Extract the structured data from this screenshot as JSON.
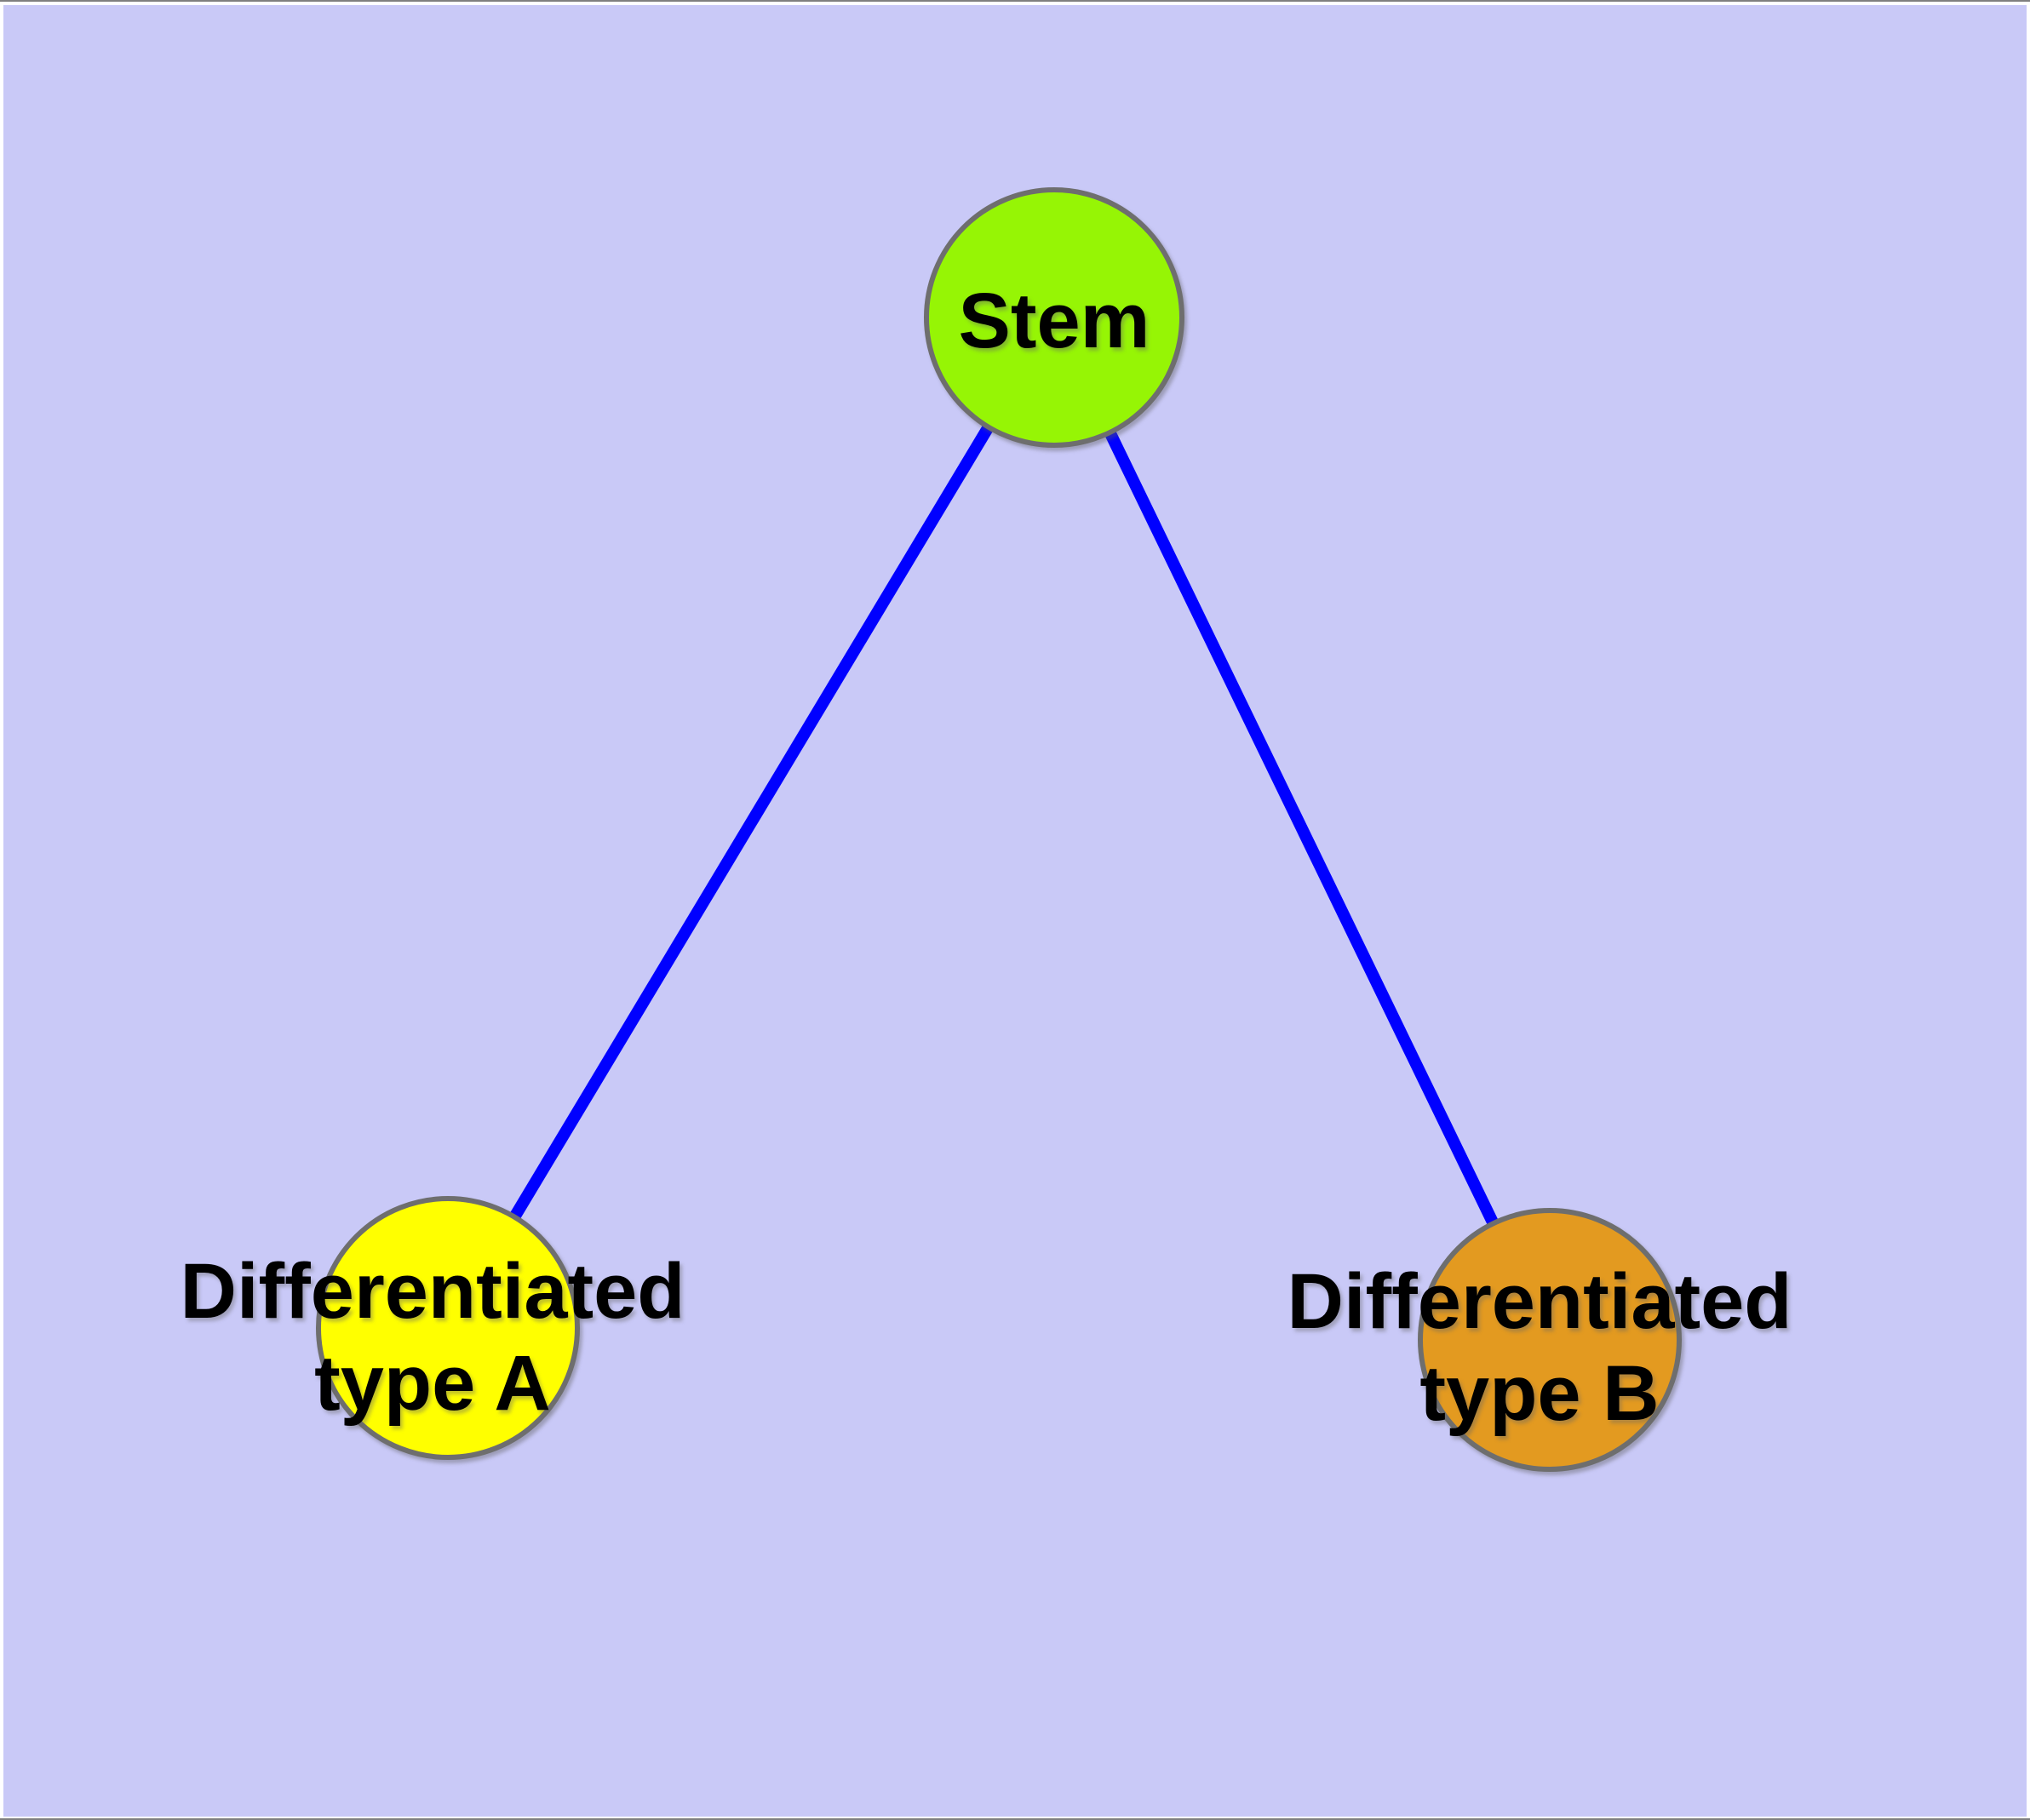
{
  "diagram": {
    "type": "node-link-graph",
    "canvas": {
      "background_color": "#C9C9F7",
      "frame_color": "#FFFFFF",
      "top_border_color": "#7F7F7F"
    },
    "style": {
      "edge_color": "#0000FF",
      "node_border_color": "#6E6E6E",
      "label_color": "#000000"
    },
    "nodes": {
      "stem": {
        "label": "Stem",
        "fill": "#96F505"
      },
      "type_a": {
        "label_line1": "Differentiated",
        "label_line2": "type A",
        "fill": "#FFFF00"
      },
      "type_b": {
        "label_line1": "Differentiated",
        "label_line2": "type B",
        "fill": "#E39A20"
      }
    },
    "edges": [
      {
        "from": "Stem",
        "to": "Differentiated type A"
      },
      {
        "from": "Stem",
        "to": "Differentiated type B"
      }
    ]
  }
}
